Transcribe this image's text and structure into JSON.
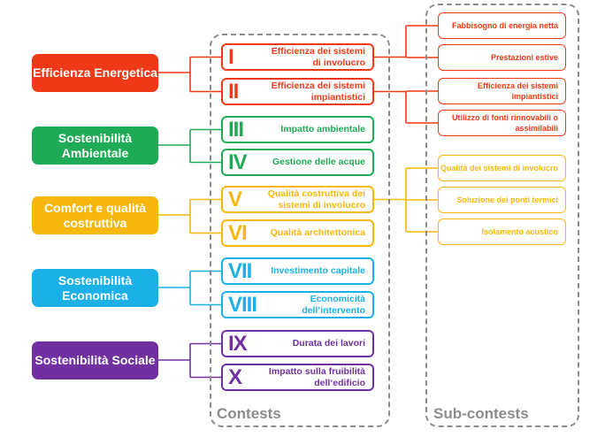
{
  "colors": {
    "energy": "#f03a17",
    "environment": "#1faa55",
    "comfort": "#f7b70d",
    "economic": "#1bb1e6",
    "social": "#7030a0",
    "panel_border": "#8c8c8c"
  },
  "panels": {
    "contests_label": "Contests",
    "subcontests_label": "Sub-contests"
  },
  "categories": [
    {
      "label": "Efficienza Energetica",
      "color_key": "energy"
    },
    {
      "label": "Sostenibilità Ambientale",
      "color_key": "environment"
    },
    {
      "label": "Comfort e qualità costruttiva",
      "color_key": "comfort"
    },
    {
      "label": "Sostenibilità Economica",
      "color_key": "economic"
    },
    {
      "label": "Sostenibilità Sociale",
      "color_key": "social"
    }
  ],
  "contests": [
    {
      "roman": "I",
      "label": "Efficienza dei sistemi di involucro",
      "category": 0
    },
    {
      "roman": "II",
      "label": "Efficienza dei sistemi impiantistici",
      "category": 0
    },
    {
      "roman": "III",
      "label": "Impatto ambientale",
      "category": 1
    },
    {
      "roman": "IV",
      "label": "Gestione delle acque",
      "category": 1
    },
    {
      "roman": "V",
      "label": "Qualità costruttiva dei sistemi di involucro",
      "category": 2
    },
    {
      "roman": "VI",
      "label": "Qualità architettonica",
      "category": 2
    },
    {
      "roman": "VII",
      "label": "Investimento capitale",
      "category": 3
    },
    {
      "roman": "VIII",
      "label": "Economicità dell’intervento",
      "category": 3
    },
    {
      "roman": "IX",
      "label": "Durata dei lavori",
      "category": 4
    },
    {
      "roman": "X",
      "label": "Impatto sulla fruibilità dell‘edificio",
      "category": 4
    }
  ],
  "subcontests": [
    {
      "label": "Fabbisogno di energia netta",
      "contest": 0
    },
    {
      "label": "Prestazioni estive",
      "contest": 0
    },
    {
      "label": "Efficienza dei sistemi impiantistici",
      "contest": 1
    },
    {
      "label": "Utilizzo di fonti rinnovabili o assimilabili",
      "contest": 1
    },
    {
      "label": "Qualità dei sistemi di involucro",
      "contest": 4
    },
    {
      "label": "Soluzione dei ponti termici",
      "contest": 4
    },
    {
      "label": "Isolamento acustico",
      "contest": 4
    }
  ]
}
